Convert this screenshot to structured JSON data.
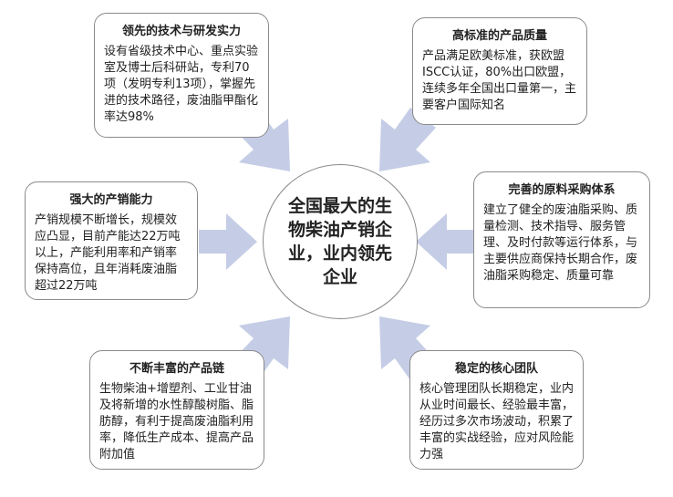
{
  "center": {
    "text": "全国最大的生物柴油产销企业，业内领先企业"
  },
  "boxes": {
    "tech": {
      "title": "领先的技术与研发实力",
      "body": "设有省级技术中心、重点实验室及博士后科研站，专利70项（发明专利13项），掌握先进的技术路径，废油脂甲酯化率达98%"
    },
    "quality": {
      "title": "高标准的产品质量",
      "body": "产品满足欧美标准，获欧盟ISCC认证，80%出口欧盟，连续多年全国出口量第一，主要客户国际知名"
    },
    "sales": {
      "title": "强大的产销能力",
      "body": "产销规模不断增长，规模效应凸显，目前产能达22万吨以上，产能利用率和产销率保持高位，且年消耗废油脂超过22万吨"
    },
    "supply": {
      "title": "完善的原料采购体系",
      "body": "建立了健全的废油脂采购、质量检测、技术指导、服务管理、及时付款等运行体系，与主要供应商保持长期合作，废油脂采购稳定、质量可靠"
    },
    "products": {
      "title": "不断丰富的产品链",
      "body": "生物柴油+增塑剂、工业甘油及将新增的水性醇酸树脂、脂肪醇，有利于提高废油脂利用率，降低生产成本、提高产品附加值"
    },
    "team": {
      "title": "稳定的核心团队",
      "body": "核心管理团队长期稳定，业内从业时间最长、经验最丰富，经历过多次市场波动，积累了丰富的实战经验，应对风险能力强"
    }
  },
  "colors": {
    "arrow": "#c5cde6",
    "border": "#8a8a8a"
  }
}
